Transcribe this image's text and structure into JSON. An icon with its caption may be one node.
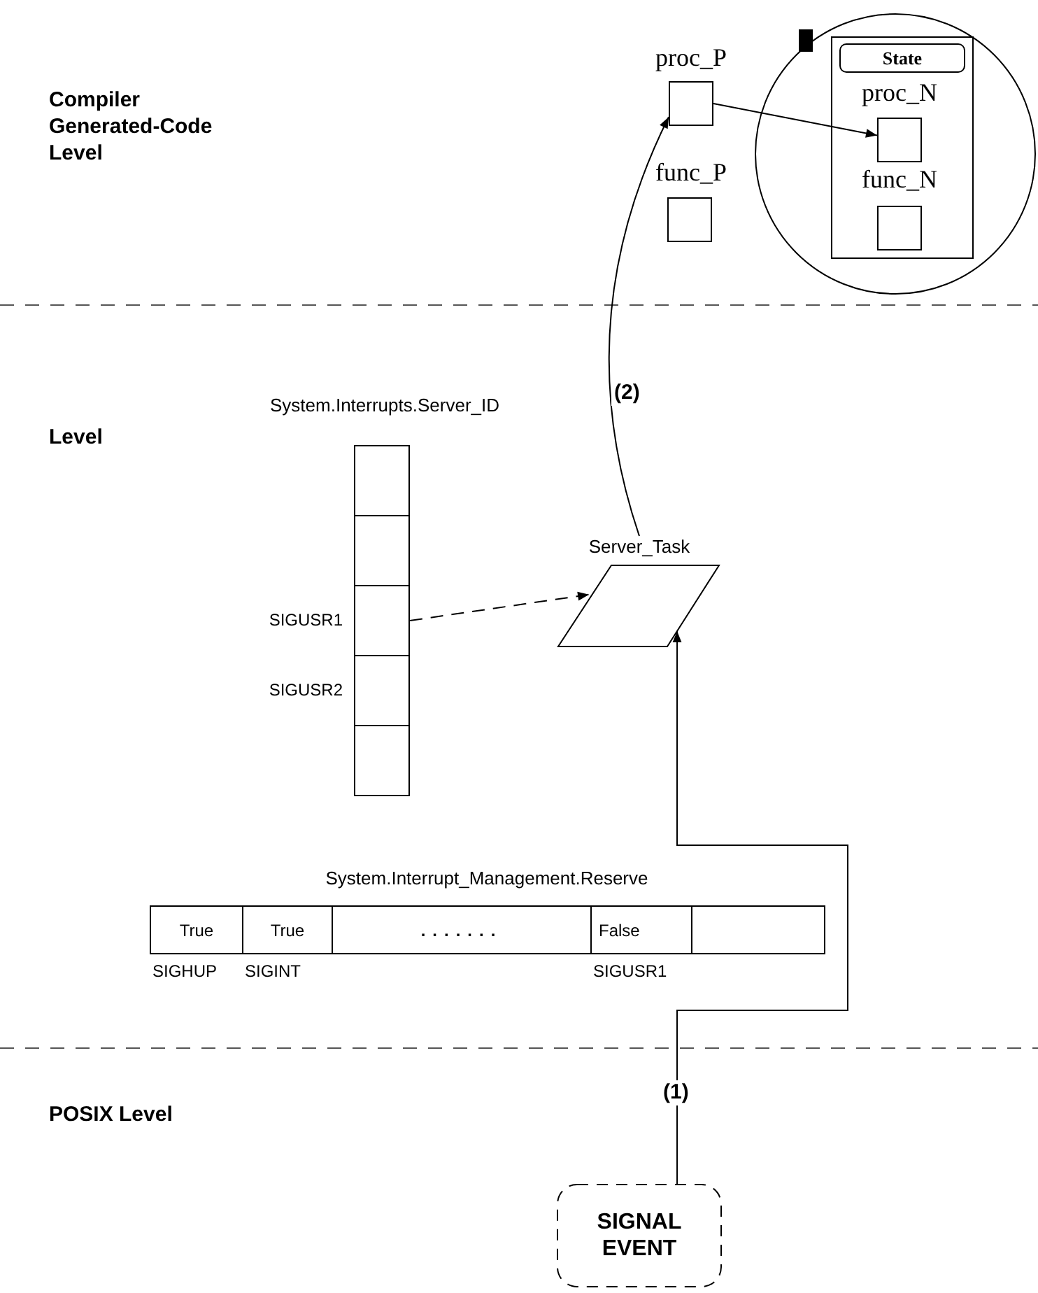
{
  "diagram": {
    "nodes": [
      {
        "text": [
          "proc_P"
        ]
      },
      {
        "text": [
          "func_P"
        ]
      },
      {
        "text": [],
        "shape": "circle"
      },
      {
        "text": [],
        "shape": "box",
        "in": 2
      },
      {
        "text": [
          "State"
        ],
        "in": 3
      },
      {
        "text": [
          "proc_N"
        ],
        "in": 3
      },
      {
        "text": [
          "func_N"
        ],
        "in": 3
      },
      {
        "text": [
          "System.Interrupts.Server_ID"
        ]
      },
      {
        "text": [],
        "shape": "box",
        "in": 7
      },
      {
        "text": [],
        "shape": "box",
        "in": 7
      },
      {
        "text": [],
        "shape": "box",
        "in": 7,
        "beside": [
          "SIGUSR1"
        ]
      },
      {
        "text": [],
        "shape": "box",
        "in": 7,
        "beside": [
          "SIGUSR2"
        ]
      },
      {
        "text": [],
        "shape": "box",
        "in": 7
      },
      {
        "text": [
          "Server_Task"
        ]
      },
      {
        "text": [
          "System.Interrupt_Management.Reserve"
        ]
      },
      {
        "text": [
          "True"
        ],
        "in": 14,
        "beside": [
          "SIGHUP"
        ]
      },
      {
        "text": [
          "True"
        ],
        "in": 14,
        "beside": [
          "SIGINT"
        ]
      },
      {
        "text": [
          "......."
        ],
        "in": 14
      },
      {
        "text": [
          "False"
        ],
        "in": 14,
        "beside": [
          "SIGUSR1"
        ]
      },
      {
        "text": [],
        "shape": "box",
        "in": 14
      },
      {
        "text": [
          "SIGNAL EVENT"
        ]
      }
    ],
    "edges": [
      {
        "from": 10,
        "to": 13,
        "arrow": "to",
        "style": "dashed"
      },
      {
        "from": 20,
        "to": 13,
        "arrow": "to",
        "label": "(1)"
      },
      {
        "from": 13,
        "to": 0,
        "arrow": "to",
        "label": "(2)"
      },
      {
        "from": 0,
        "to": 5,
        "arrow": "to"
      }
    ],
    "labels": [
      "Compiler Generated-Code Level",
      "Level",
      "POSIX Level"
    ]
  }
}
